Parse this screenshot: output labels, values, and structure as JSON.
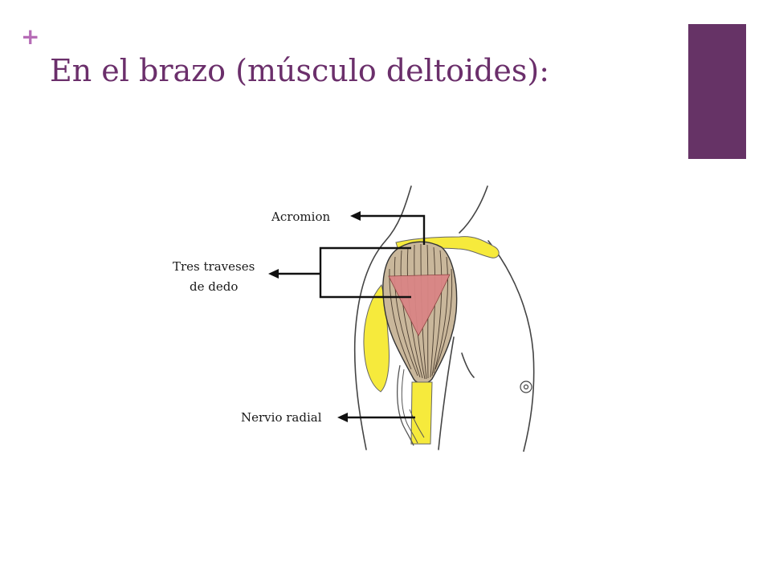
{
  "slide": {
    "plus_symbol": "+",
    "title": "En el brazo (músculo deltoides):"
  },
  "diagram": {
    "labels": {
      "acromion": "Acromion",
      "tres_traveses_line1": "Tres traveses",
      "tres_traveses_line2": "de dedo",
      "nervio_radial": "Nervio radial"
    }
  },
  "colors": {
    "accent": "#663366",
    "title_text": "#6b2f6b",
    "plus": "#b66cb6",
    "bone_yellow": "#f6ea3c",
    "muscle_tan": "#c9b79b",
    "injection_zone": "#d98585",
    "outline": "#2b2b2b"
  }
}
